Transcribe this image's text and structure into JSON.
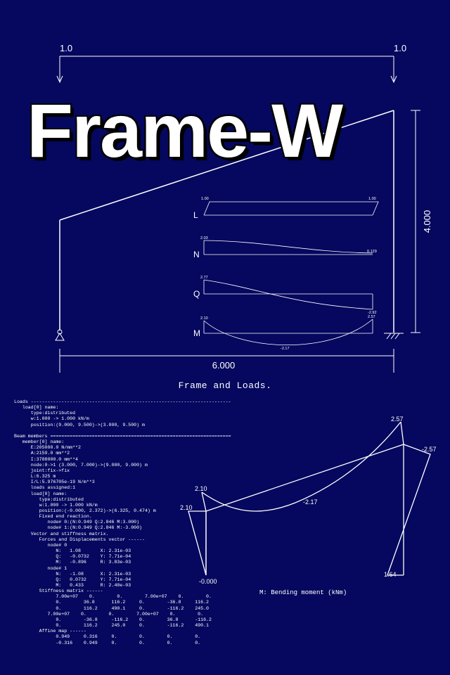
{
  "app_title": "Frame-W",
  "top_load": {
    "left_label": "1.0",
    "right_label": "1.0"
  },
  "dimensions": {
    "height_label": "4.000",
    "width_label": "6.000"
  },
  "frame_caption": "Frame and Loads.",
  "moment_caption": "M: Bending moment (kNm)",
  "member_diagrams": {
    "L": {
      "label": "L",
      "start": "1.00",
      "end": "1.00"
    },
    "N": {
      "label": "N",
      "start": "2.03",
      "end": "0.129"
    },
    "Q": {
      "label": "Q",
      "start": "2.77",
      "end": "-2.92"
    },
    "M": {
      "label": "M",
      "start": "2.10",
      "end": "2.57",
      "mid": "-2.17"
    }
  },
  "moment_diagram": {
    "left_col_top": "2.10",
    "beam_left": "2.10",
    "beam_mid": "-2.17",
    "right_top": "2.57",
    "right_col_top": "-2.57",
    "left_base": "-0.000",
    "right_base": "1.64"
  },
  "colors": {
    "background": "#05085e",
    "foreground": "#ffffff",
    "shadow": "#000000"
  },
  "log_lines": [
    "Loads ------------------------------------------------------------------------",
    "   load[0] name:",
    "      type:distributed",
    "      w:1.000 -> 1.000 kN/m",
    "      position:(9.000, 9.500)->(3.000, 9.500) m",
    "",
    "Beam members =================================================================",
    "   member[0] name:",
    "      E:205000.0 N/mm**2",
    "      A:2159.0 mm**2",
    "      I:3788000.0 mm**4",
    "      node:0->1 (3.000, 7.000)->(9.000, 9.000) m",
    "      joint:fix->fix",
    "      L:6.325 m",
    "      I/L:5.976705e-19 N/m**3",
    "      loads assigned:1",
    "      load[0] name:",
    "         type:distributed",
    "         w:1.000 -> 1.000 kN/m",
    "         position:(-0.000, 2.372)->(6.325, 0.474) m",
    "         Fixed end reaction.",
    "            node# 0:(N:0.949 Q:2.846 M:3.000)",
    "            node# 1:(N:0.949 Q:2.846 M:-3.000)",
    "      Vector and stiffness matrix.",
    "         Forces and Displacements vector ------",
    "            node# 0",
    "               N:   1.08       X: 2.31e-03",
    "               Q:   -0.0732    Y: 7.71e-04",
    "               M:   -0.896     R: 3.83e-03",
    "            node# 1",
    "               N:   -1.08      X: 2.31e-03",
    "               Q:   0.0732     Y: 7.71e-04",
    "               M:   0.433      R: 2.40e-03",
    "         Stiffness matrix ------",
    "               7.00e+07    0.        0.        7.00e+07    0.        0.",
    "               0.        36.8      116.2     0.        -36.8     116.2",
    "               0.        116.2     490.1     0.        -116.2    245.0",
    "            7.00e+07    0.        0.        7.00e+07    0.        0.",
    "               0.        -36.8     -116.2    0.        36.8      -116.2",
    "               0.        116.2     245.0     0.        -116.2    490.1",
    "         Affine map ------",
    "               0.949     0.316     0.        0.        0.        0.",
    "               -0.316    0.949     0.        0.        0.        0."
  ]
}
